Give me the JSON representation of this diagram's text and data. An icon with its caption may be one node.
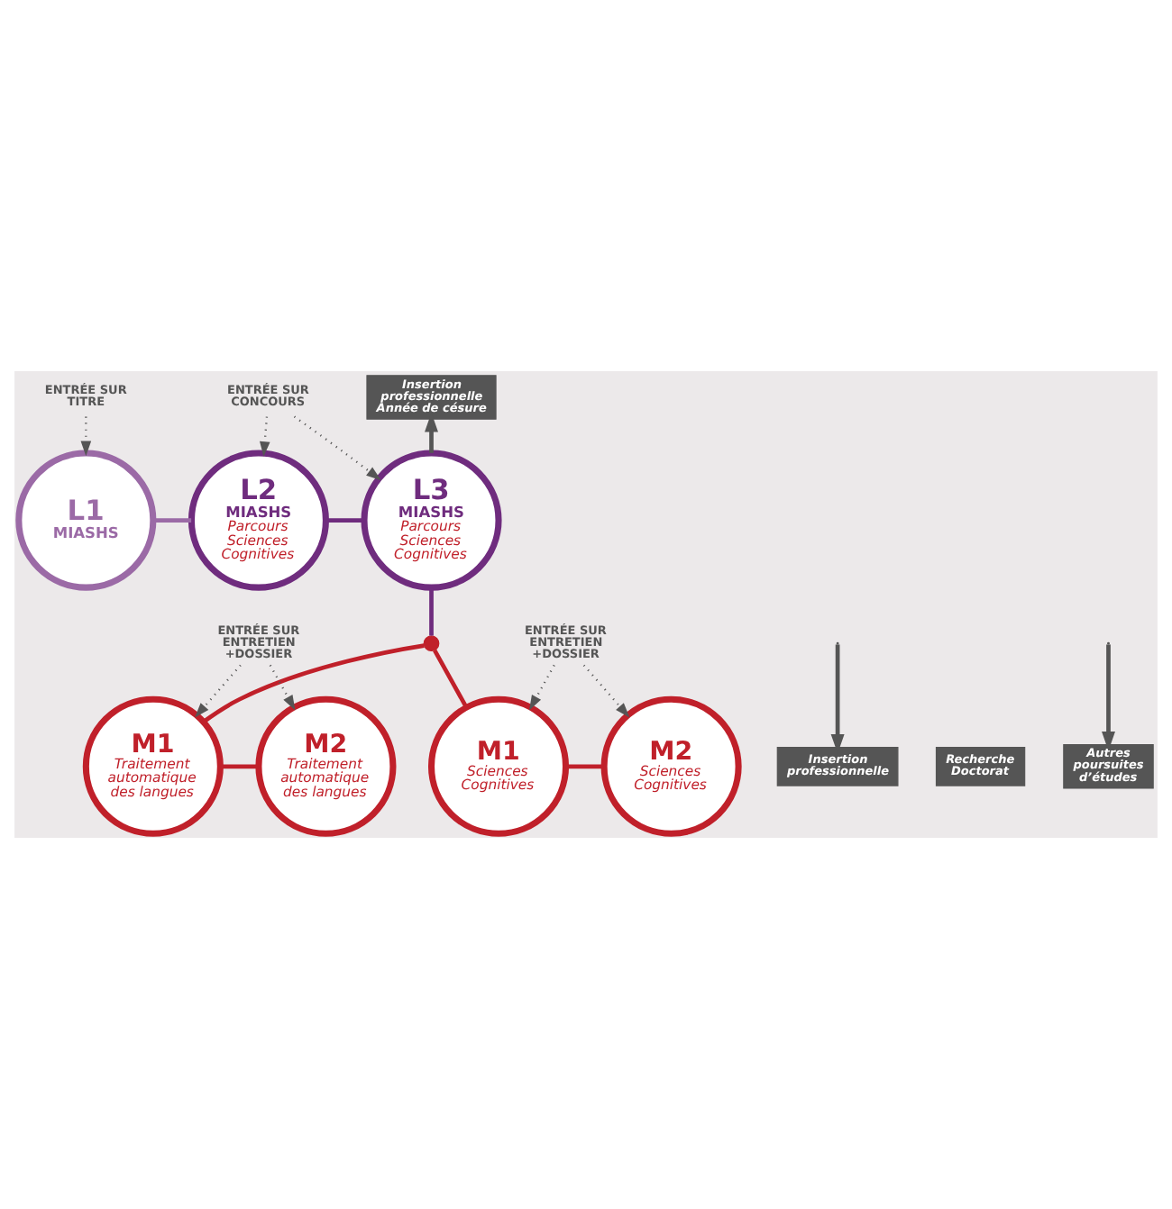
{
  "diagram": {
    "nodes": [
      {
        "text": [
          "ENTRÉE SUR TITRE"
        ]
      },
      {
        "text": [
          "L1",
          "MIASHS"
        ]
      },
      {
        "text": [
          "ENTRÉE SUR CONCOURS"
        ]
      },
      {
        "text": [
          "L2",
          "MIASHS",
          "Parcours Sciences Cognitives"
        ]
      },
      {
        "text": [
          "L3",
          "MIASHS",
          "Parcours Sciences Cognitives"
        ]
      },
      {
        "text": [
          "Insertion professionnelle Année de césure"
        ]
      },
      {
        "text": [],
        "shape": "circle"
      },
      {
        "text": [
          "ENTRÉE SUR ENTRETIEN +DOSSIER"
        ]
      },
      {
        "text": [
          "M1",
          "Traitement automatique des langues"
        ]
      },
      {
        "text": [
          "M2",
          "Traitement automatique des langues"
        ]
      },
      {
        "text": [
          "M1",
          "Sciences Cognitives"
        ]
      },
      {
        "text": [
          "M2",
          "Sciences Cognitives"
        ]
      },
      {
        "text": [
          "ENTRÉE SUR ENTRETIEN +DOSSIER"
        ]
      },
      {
        "text": [
          "Insertion professionnelle"
        ]
      },
      {
        "text": [
          "Recherche Doctorat"
        ]
      },
      {
        "text": [
          "Autres poursuites d’études"
        ]
      }
    ],
    "edges": [
      {
        "from": 0,
        "to": 1,
        "arrow": "to",
        "style": "dashed"
      },
      {
        "from": 1,
        "to": 3,
        "arrow": "none",
        "color": "#9b6aa6"
      },
      {
        "from": 2,
        "to": 3,
        "arrow": "to",
        "style": "dashed"
      },
      {
        "from": 2,
        "to": 4,
        "arrow": "to",
        "style": "dashed"
      },
      {
        "from": 3,
        "to": 4,
        "arrow": "none",
        "color": "#6f2c7e"
      },
      {
        "from": 4,
        "to": 5,
        "arrow": "to"
      },
      {
        "from": 4,
        "to": 6,
        "arrow": "none",
        "color": "#6f2c7e"
      },
      {
        "from": 6,
        "to": 8,
        "arrow": "none",
        "color": "#c0202a"
      },
      {
        "from": 6,
        "to": 10,
        "arrow": "none",
        "color": "#c0202a"
      },
      {
        "from": 7,
        "to": 8,
        "arrow": "to",
        "style": "dashed"
      },
      {
        "from": 7,
        "to": 9,
        "arrow": "to",
        "style": "dashed"
      },
      {
        "from": 8,
        "to": 9,
        "arrow": "none",
        "color": "#c0202a"
      },
      {
        "from": 10,
        "to": 11,
        "arrow": "none",
        "color": "#c0202a"
      },
      {
        "from": 12,
        "to": 10,
        "arrow": "to",
        "style": "dashed"
      },
      {
        "from": 12,
        "to": 11,
        "arrow": "to",
        "style": "dashed"
      },
      {
        "from": null,
        "to": 13,
        "arrow": "to"
      },
      {
        "from": null,
        "to": 15,
        "arrow": "to"
      }
    ]
  }
}
